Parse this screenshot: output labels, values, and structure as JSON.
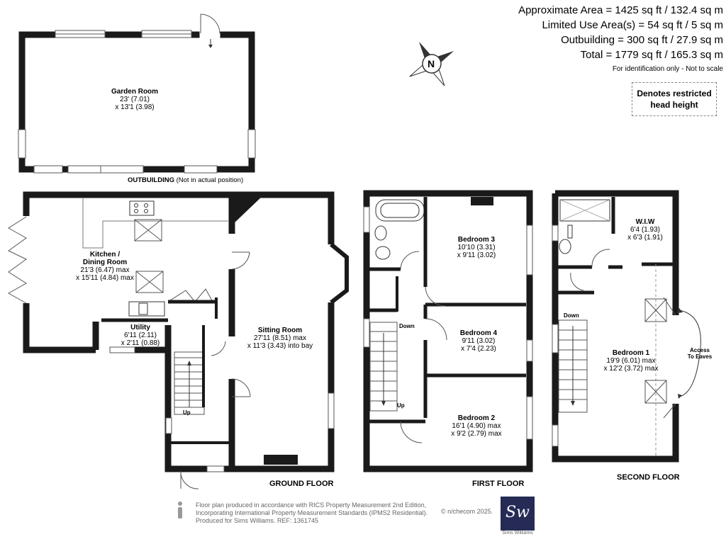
{
  "areas": {
    "approx": "Approximate Area = 1425 sq ft / 132.4 sq m",
    "limited": "Limited Use Area(s) = 54 sq ft / 5 sq m",
    "outbuilding": "Outbuilding = 300 sq ft / 27.9 sq m",
    "total": "Total = 1779 sq ft / 165.3 sq m",
    "note": "For identification only - Not to scale"
  },
  "restricted": {
    "line1": "Denotes restricted",
    "line2": "head height"
  },
  "compass": {
    "letter": "N"
  },
  "outbuilding": {
    "label": "OUTBUILDING",
    "note": "(Not in actual position)",
    "room": {
      "name": "Garden Room",
      "dim1": "23' (7.01)",
      "dim2": "x 13'1 (3.98)"
    }
  },
  "ground_floor": {
    "label": "GROUND FLOOR",
    "kitchen": {
      "name1": "Kitchen /",
      "name2": "Dining Room",
      "dim1": "21'3 (6.47) max",
      "dim2": "x 15'11 (4.84) max"
    },
    "utility": {
      "name": "Utility",
      "dim1": "6'11 (2.11)",
      "dim2": "x 2'11 (0.88)"
    },
    "sitting": {
      "name": "Sitting Room",
      "dim1": "27'11 (8.51) max",
      "dim2": "x 11'3 (3.43) into bay"
    },
    "stairs": "Up"
  },
  "first_floor": {
    "label": "FIRST FLOOR",
    "bed3": {
      "name": "Bedroom 3",
      "dim1": "10'10 (3.31)",
      "dim2": "x 9'11 (3.02)"
    },
    "bed4": {
      "name": "Bedroom 4",
      "dim1": "9'11 (3.02)",
      "dim2": "x 7'4 (2.23)"
    },
    "bed2": {
      "name": "Bedroom 2",
      "dim1": "16'1 (4.90) max",
      "dim2": "x 9'2 (2.79) max"
    },
    "down": "Down",
    "up": "Up"
  },
  "second_floor": {
    "label": "SECOND FLOOR",
    "wiw": {
      "name": "W.I.W",
      "dim1": "6'4 (1.93)",
      "dim2": "x 6'3 (1.91)"
    },
    "bed1": {
      "name": "Bedroom 1",
      "dim1": "19'9 (6.01) max",
      "dim2": "x 12'2 (3.72) max"
    },
    "down": "Down",
    "eaves1": "Access",
    "eaves2": "To Eaves"
  },
  "footer": {
    "line1": "Floor plan produced in accordance with RICS Property Measurement 2nd Edition,",
    "line2": "Incorporating International Property Measurement Standards (IPMS2 Residential).",
    "line3": "Produced for Sims Williams.   REF: 1361745",
    "copyright": "© n/checom 2025.",
    "logo": "Sw",
    "logo_caption": "Sims Williams"
  },
  "colors": {
    "wall": "#1a1a1a",
    "brand": "#252b55"
  }
}
